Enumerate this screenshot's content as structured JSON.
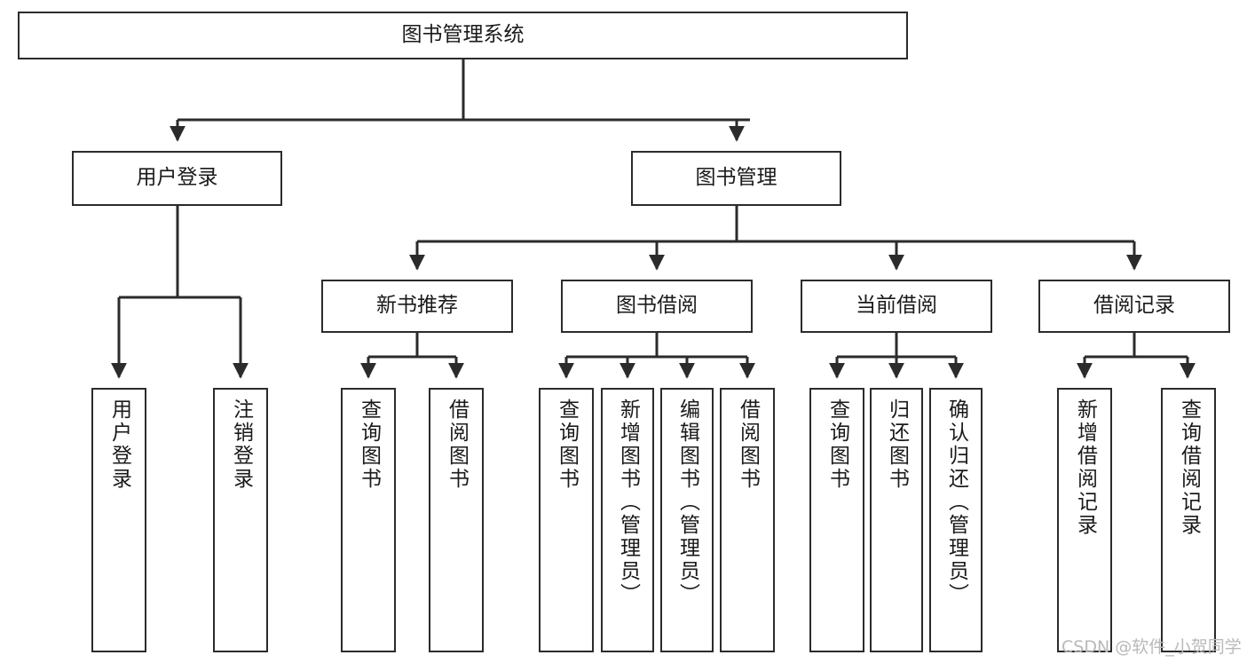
{
  "diagram": {
    "title": "图书管理系统",
    "type": "hierarchy-tree",
    "watermark": "CSDN @软件_小贺同学",
    "colors": {
      "box_border": "#2b2b2b",
      "box_fill": "#ffffff",
      "connector": "#2b2b2b",
      "text": "#1a1a1a",
      "watermark": "#b9b9b9"
    },
    "nodes": {
      "root": {
        "label": "图书管理系统",
        "level": 0
      },
      "user_login": {
        "label": "用户登录",
        "level": 1
      },
      "book_manage": {
        "label": "图书管理",
        "level": 1
      },
      "new_book_rec": {
        "label": "新书推荐",
        "level": 2
      },
      "book_borrow": {
        "label": "图书借阅",
        "level": 2
      },
      "current_borrow": {
        "label": "当前借阅",
        "level": 2
      },
      "borrow_record": {
        "label": "借阅记录",
        "level": 2
      },
      "leaf_user_login": {
        "label": "用户登录",
        "level": 3
      },
      "leaf_logout": {
        "label": "注销登录",
        "level": 3
      },
      "leaf_query_book_1": {
        "label": "查询图书",
        "level": 3
      },
      "leaf_borrow_book_1": {
        "label": "借阅图书",
        "level": 3
      },
      "leaf_query_book_2": {
        "label": "查询图书",
        "level": 3
      },
      "leaf_add_book": {
        "label": "新增图书（管理员）",
        "level": 3
      },
      "leaf_edit_book": {
        "label": "编辑图书（管理员）",
        "level": 3
      },
      "leaf_borrow_book_2": {
        "label": "借阅图书",
        "level": 3
      },
      "leaf_query_book_3": {
        "label": "查询图书",
        "level": 3
      },
      "leaf_return_book": {
        "label": "归还图书",
        "level": 3
      },
      "leaf_confirm_return": {
        "label": "确认归还（管理员）",
        "level": 3
      },
      "leaf_add_record": {
        "label": "新增借阅记录",
        "level": 3
      },
      "leaf_query_record": {
        "label": "查询借阅记录",
        "level": 3
      }
    }
  }
}
